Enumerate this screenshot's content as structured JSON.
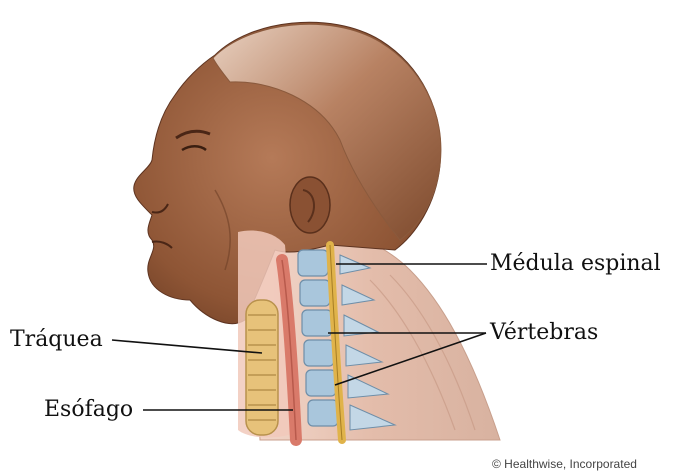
{
  "labels": {
    "spinal_cord": "Médula espinal",
    "vertebrae": "Vértebras",
    "trachea": "Tráquea",
    "esophagus": "Esófago"
  },
  "credit": "© Healthwise, Incorporated",
  "colors": {
    "skin": "#9a5f3f",
    "skin_dark": "#6e3f26",
    "hair": "#7a4a2e",
    "throat": "#e8b8a8",
    "vertebra": "#a9c6dc",
    "spinal_cord": "#e0b34a",
    "trachea": "#e6c27c",
    "esophagus": "#d97a6a",
    "leader_line": "#111111"
  }
}
